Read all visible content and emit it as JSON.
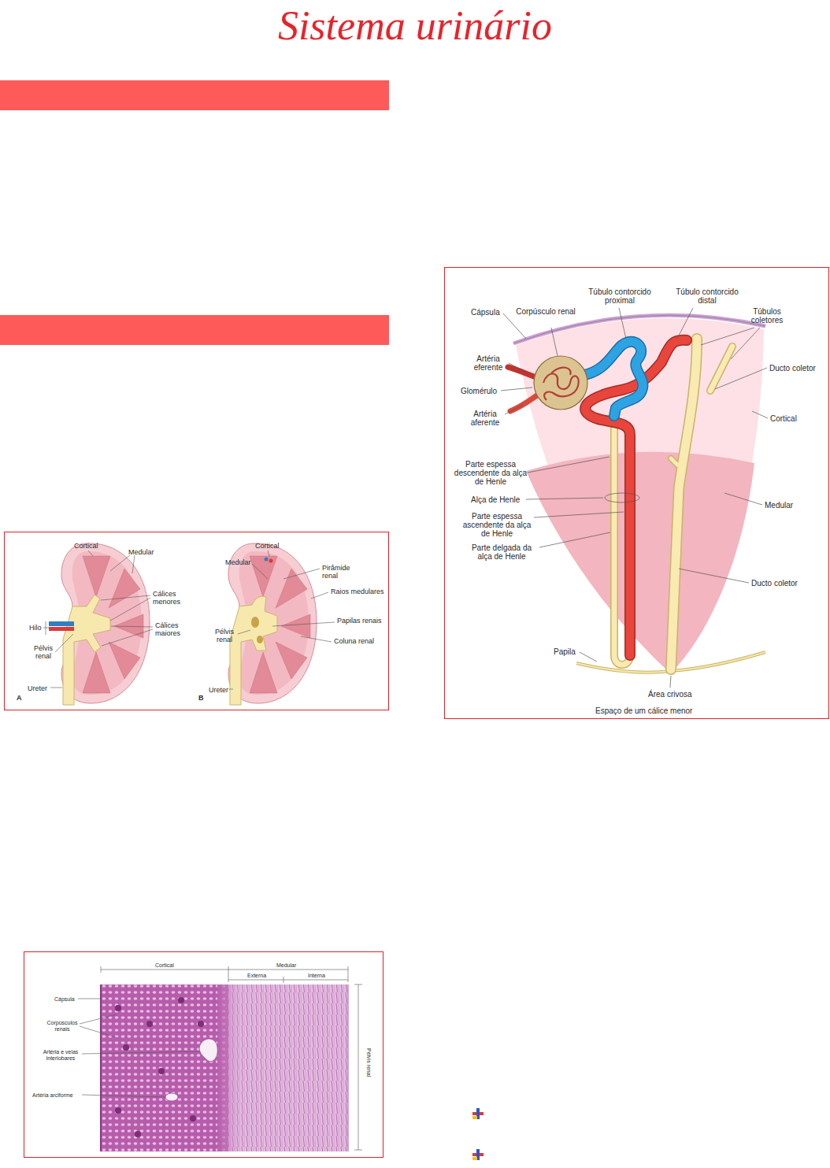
{
  "diagram": {
    "title": "Sistema urinário",
    "nodes": [
      {
        "text": [
          "Cortical",
          "Medular",
          "Cálices menores",
          "Hilo",
          "Cálices maiores",
          "Pélvis renal",
          "Ureter",
          "A",
          "Cortical",
          "Medular",
          "Pirâmide renal",
          "Raios medulares",
          "Pélvis renal",
          "Papilas renais",
          "Coluna renal",
          "Ureter",
          "B"
        ]
      },
      {
        "text": [
          "Cortical",
          "Medular",
          "Externa",
          "Interna",
          "Cápsula",
          "Corpúsculos renais",
          "Artéria e veias interlobares",
          "Artéria arciforme",
          "Pélvis renal"
        ]
      },
      {
        "text": [
          "Túbulo contorcido proximal",
          "Túbulo contorcido distal",
          "Cápsula",
          "Corpúsculo renal",
          "Túbulos coletores",
          "Artéria eferente",
          "Ducto coletor",
          "Glomérulo",
          "Artéria aferente",
          "Cortical",
          "Parte espessa descendente da alça de Henle",
          "Alça de Henle",
          "Medular",
          "Parte espessa ascendente da alça de Henle",
          "Parte delgada da alça de Henle",
          "Ducto coletor",
          "Papila",
          "Área crivosa",
          "Espaço de um cálice menor"
        ]
      }
    ]
  }
}
